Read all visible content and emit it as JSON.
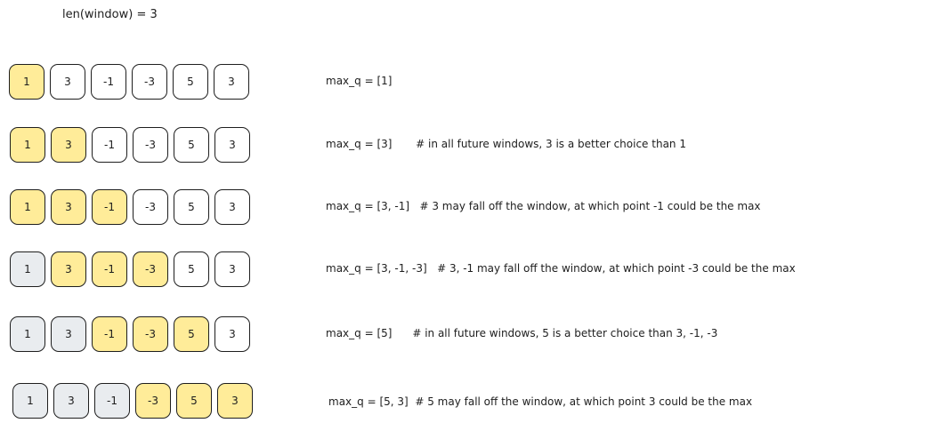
{
  "title": "len(window) = 3",
  "colors": {
    "active": "#ffec99",
    "processed": "#e9ecef",
    "pending": "#ffffff",
    "border": "#1e1e1e"
  },
  "steps": [
    {
      "cells": [
        {
          "value": "1",
          "state": "active"
        },
        {
          "value": "3",
          "state": "pending"
        },
        {
          "value": "-1",
          "state": "pending"
        },
        {
          "value": "-3",
          "state": "pending"
        },
        {
          "value": "5",
          "state": "pending"
        },
        {
          "value": "3",
          "state": "pending"
        }
      ],
      "note": "max_q = [1]"
    },
    {
      "cells": [
        {
          "value": "1",
          "state": "active"
        },
        {
          "value": "3",
          "state": "active"
        },
        {
          "value": "-1",
          "state": "pending"
        },
        {
          "value": "-3",
          "state": "pending"
        },
        {
          "value": "5",
          "state": "pending"
        },
        {
          "value": "3",
          "state": "pending"
        }
      ],
      "note": "max_q = [3]       # in all future windows, 3 is a better choice than 1"
    },
    {
      "cells": [
        {
          "value": "1",
          "state": "active"
        },
        {
          "value": "3",
          "state": "active"
        },
        {
          "value": "-1",
          "state": "active"
        },
        {
          "value": "-3",
          "state": "pending"
        },
        {
          "value": "5",
          "state": "pending"
        },
        {
          "value": "3",
          "state": "pending"
        }
      ],
      "note": "max_q = [3, -1]   # 3 may fall off the window, at which point -1 could be the max"
    },
    {
      "cells": [
        {
          "value": "1",
          "state": "processed"
        },
        {
          "value": "3",
          "state": "active"
        },
        {
          "value": "-1",
          "state": "active"
        },
        {
          "value": "-3",
          "state": "active"
        },
        {
          "value": "5",
          "state": "pending"
        },
        {
          "value": "3",
          "state": "pending"
        }
      ],
      "note": "max_q = [3, -1, -3]   # 3, -1 may fall off the window, at which point -3 could be the max"
    },
    {
      "cells": [
        {
          "value": "1",
          "state": "processed"
        },
        {
          "value": "3",
          "state": "processed"
        },
        {
          "value": "-1",
          "state": "active"
        },
        {
          "value": "-3",
          "state": "active"
        },
        {
          "value": "5",
          "state": "active"
        },
        {
          "value": "3",
          "state": "pending"
        }
      ],
      "note": "max_q = [5]      # in all future windows, 5 is a better choice than 3, -1, -3"
    },
    {
      "cells": [
        {
          "value": "1",
          "state": "processed"
        },
        {
          "value": "3",
          "state": "processed"
        },
        {
          "value": "-1",
          "state": "processed"
        },
        {
          "value": "-3",
          "state": "active"
        },
        {
          "value": "5",
          "state": "active"
        },
        {
          "value": "3",
          "state": "active"
        }
      ],
      "note": "max_q = [5, 3]  # 5 may fall off the window, at which point 3 could be the max"
    }
  ]
}
